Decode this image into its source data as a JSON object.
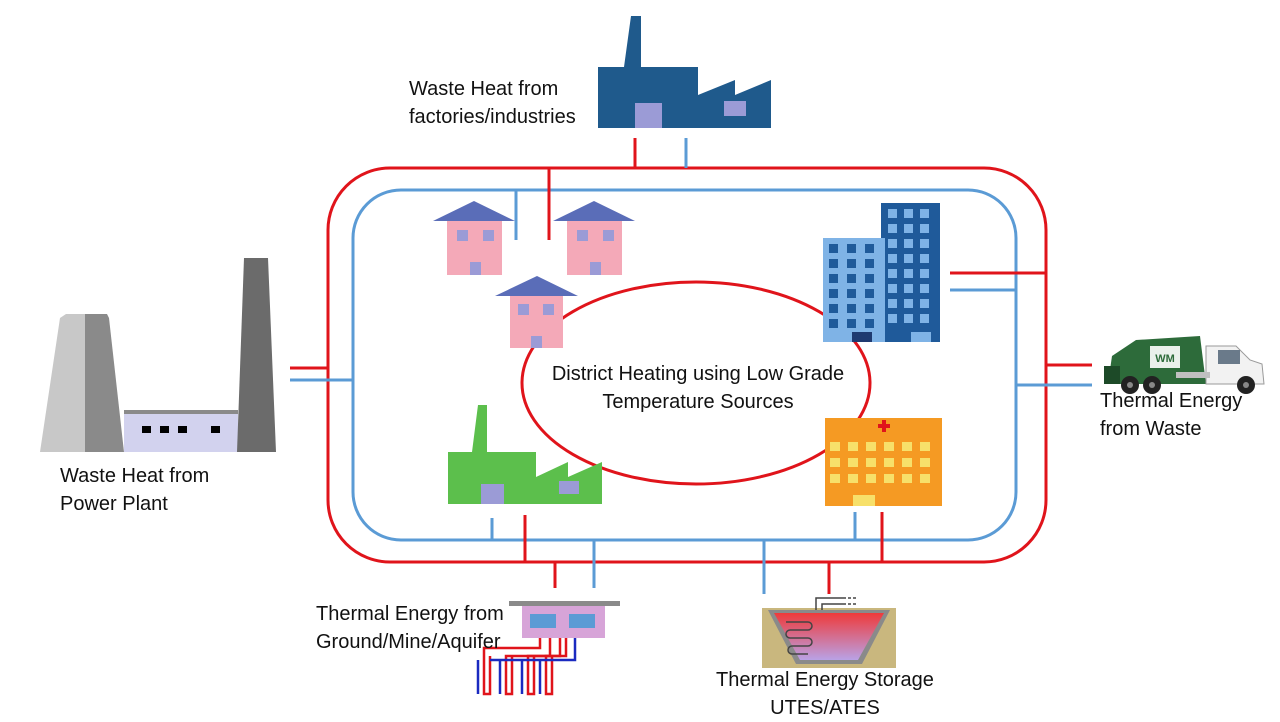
{
  "labels": {
    "factories": [
      "Waste Heat from",
      "factories/industries"
    ],
    "power_plant": [
      "Waste Heat from",
      "Power Plant"
    ],
    "waste": [
      "Thermal Energy",
      "from Waste"
    ],
    "ground": [
      "Thermal Energy from",
      "Ground/Mine/Aquifer"
    ],
    "storage": [
      "Thermal Energy Storage",
      "UTES/ATES"
    ],
    "center": [
      "District Heating using Low Grade",
      "Temperature Sources"
    ],
    "truck_logo": "WM"
  },
  "colors": {
    "supply_line": "#e0141b",
    "return_line": "#5b9bd5",
    "factory_blue": "#1f5a8c",
    "factory_green": "#5cbf4c",
    "house_wall": "#f4a9b8",
    "house_roof": "#5a6db8",
    "window": "#9b9bd6",
    "tower_light": "#7fb3e6",
    "tower_dark": "#1f5a9a",
    "hospital": "#f59a23",
    "hospital_window": "#f7e06a",
    "cooling_tower_light": "#c8c8c8",
    "cooling_tower_dark": "#8a8a8a",
    "chimney": "#6b6b6b",
    "plant_building": "#d2d2ee",
    "truck_green": "#2d6b3a"
  }
}
